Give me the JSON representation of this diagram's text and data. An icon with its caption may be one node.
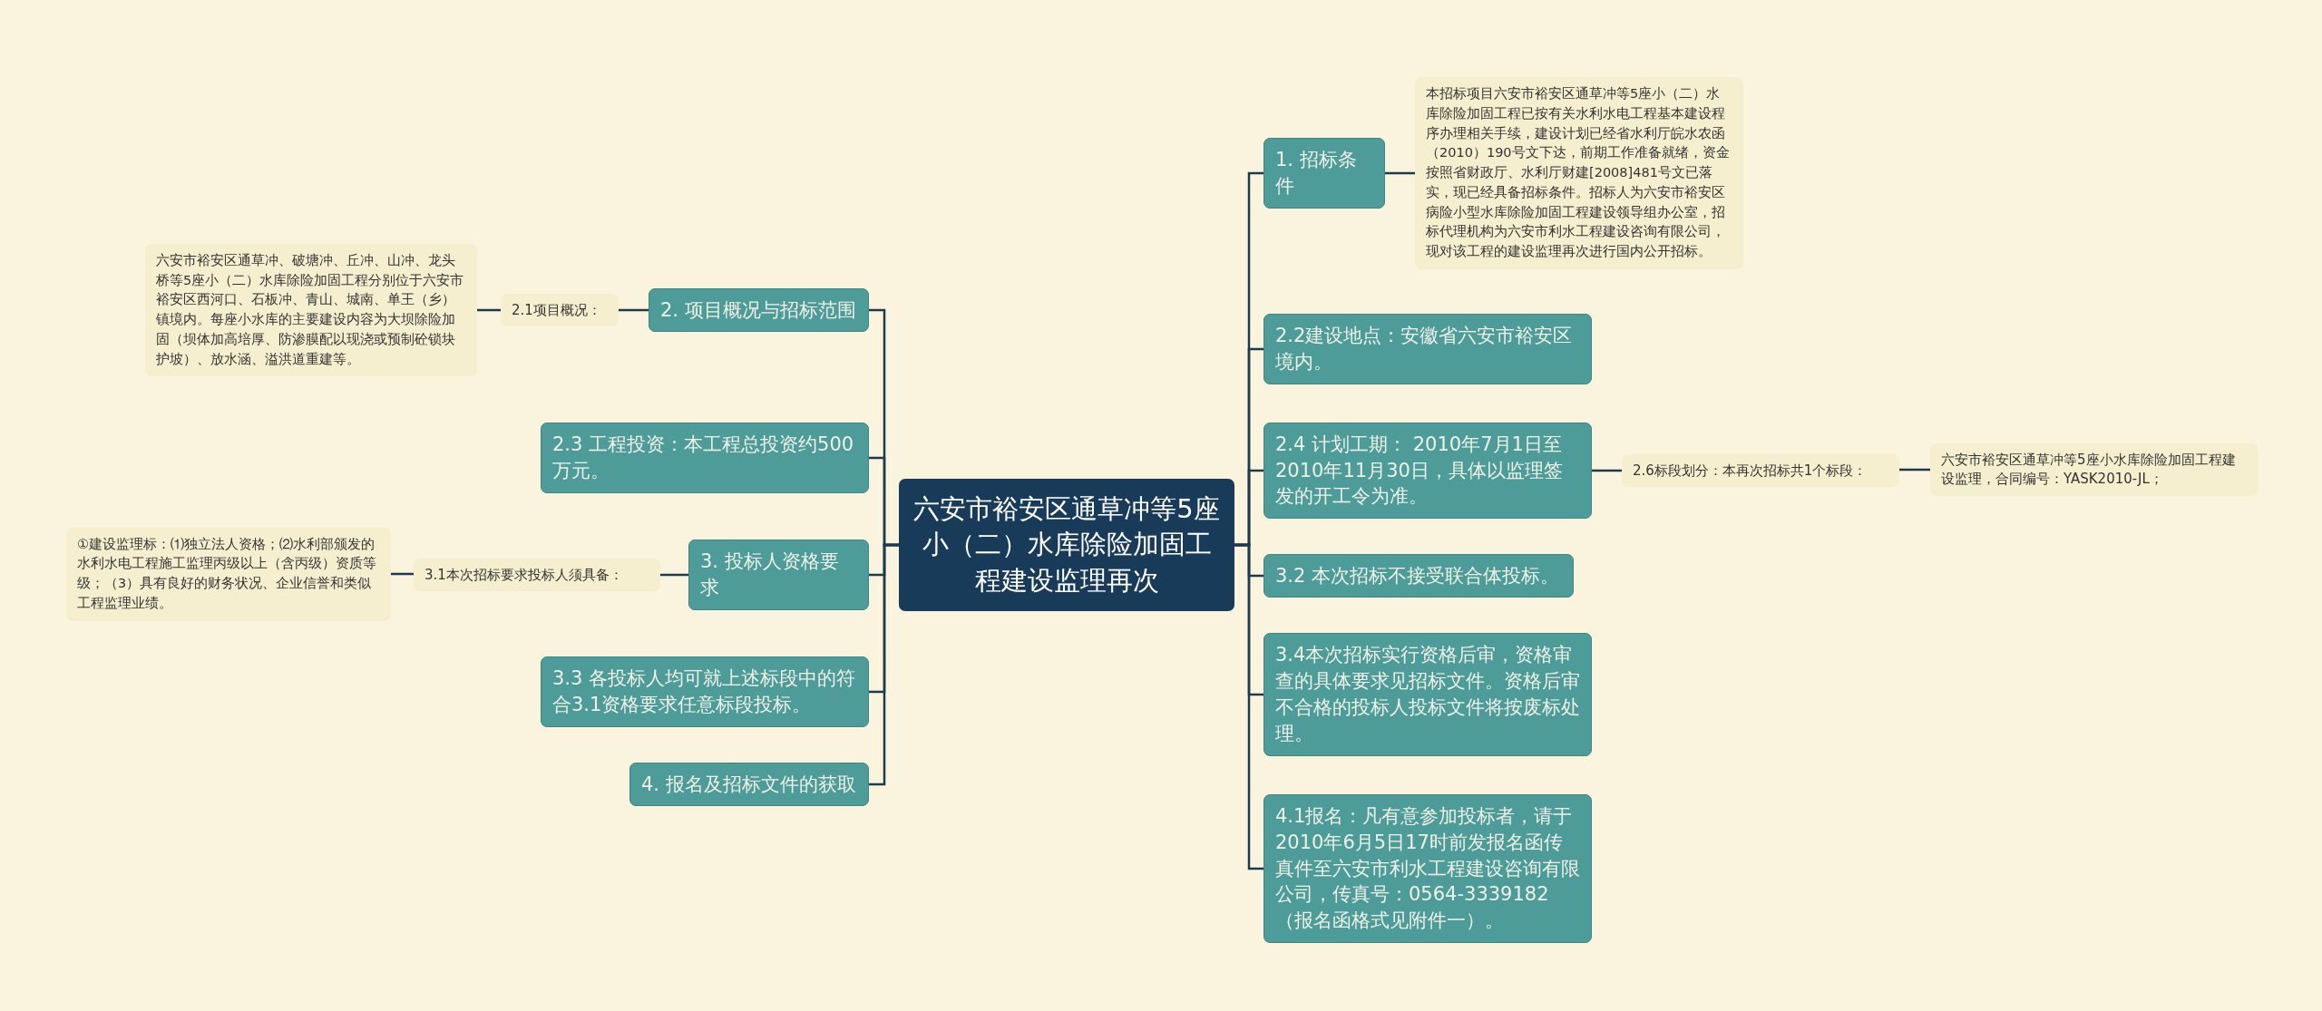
{
  "diagram": {
    "nodes": [
      {
        "text": [
          "六安市裕安区通草冲等5座小（二）水库除险加固工程建设监理再次"
        ]
      },
      {
        "text": [
          "1. 招标条件"
        ]
      },
      {
        "text": [
          "本招标项目六安市裕安区通草冲等5座小（二）水库除险加固工程已按有关水利水电工程基本建设程序办理相关手续，建设计划已经省水利厅皖水农函（2010）190号文下达，前期工作准备就绪，资金按照省财政厅、水利厅财建[2008]481号文已落实，现已经具备招标条件。招标人为六安市裕安区病险小型水库除险加固工程建设领导组办公室，招标代理机构为六安市利水工程建设咨询有限公司，现对该工程的建设监理再次进行国内公开招标。"
        ]
      },
      {
        "text": [
          "2.2建设地点：安徽省六安市裕安区境内。"
        ]
      },
      {
        "text": [
          "2.4 计划工期： 2010年7月1日至2010年11月30日，具体以监理签发的开工令为准。"
        ]
      },
      {
        "text": [
          "2.6标段划分：本再次招标共1个标段："
        ]
      },
      {
        "text": [
          "六安市裕安区通草冲等5座小水库除险加固工程建设监理，合同编号：YASK2010-JL；"
        ]
      },
      {
        "text": [
          "3.2 本次招标不接受联合体投标。"
        ]
      },
      {
        "text": [
          "3.4本次招标实行资格后审，资格审查的具体要求见招标文件。资格后审不合格的投标人投标文件将按废标处理。"
        ]
      },
      {
        "text": [
          "4.1报名：凡有意参加投标者，请于2010年6月5日17时前发报名函传真件至六安市利水工程建设咨询有限公司，传真号：0564-3339182（报名函格式见附件一）。"
        ]
      },
      {
        "text": [
          "2. 项目概况与招标范围"
        ]
      },
      {
        "text": [
          "2.1项目概况："
        ]
      },
      {
        "text": [
          "六安市裕安区通草冲、破塘冲、丘冲、山冲、龙头桥等5座小（二）水库除险加固工程分别位于六安市裕安区西河口、石板冲、青山、城南、单王（乡）镇境内。每座小水库的主要建设内容为大坝除险加固（坝体加高培厚、防渗膜配以现浇或预制砼锁块护坡）、放水涵、溢洪道重建等。"
        ]
      },
      {
        "text": [
          "2.3 工程投资：本工程总投资约500万元。"
        ]
      },
      {
        "text": [
          "3. 投标人资格要求"
        ]
      },
      {
        "text": [
          "3.1本次招标要求投标人须具备："
        ]
      },
      {
        "text": [
          "①建设监理标：⑴独立法人资格；⑵水利部颁发的水利水电工程施工监理丙级以上（含丙级）资质等级；（3）具有良好的财务状况、企业信誉和类似工程监理业绩。"
        ]
      },
      {
        "text": [
          "3.3 各投标人均可就上述标段中的符合3.1资格要求任意标段投标。"
        ]
      },
      {
        "text": [
          "4. 报名及招标文件的获取"
        ]
      }
    ],
    "edges": [
      {
        "from": 0,
        "to": 1,
        "arrow": "none"
      },
      {
        "from": 1,
        "to": 2,
        "arrow": "none"
      },
      {
        "from": 0,
        "to": 3,
        "arrow": "none"
      },
      {
        "from": 0,
        "to": 4,
        "arrow": "none"
      },
      {
        "from": 4,
        "to": 5,
        "arrow": "none"
      },
      {
        "from": 5,
        "to": 6,
        "arrow": "none"
      },
      {
        "from": 0,
        "to": 7,
        "arrow": "none"
      },
      {
        "from": 0,
        "to": 8,
        "arrow": "none"
      },
      {
        "from": 0,
        "to": 9,
        "arrow": "none"
      },
      {
        "from": 0,
        "to": 10,
        "arrow": "none"
      },
      {
        "from": 10,
        "to": 11,
        "arrow": "none"
      },
      {
        "from": 11,
        "to": 12,
        "arrow": "none"
      },
      {
        "from": 0,
        "to": 13,
        "arrow": "none"
      },
      {
        "from": 0,
        "to": 14,
        "arrow": "none"
      },
      {
        "from": 14,
        "to": 15,
        "arrow": "none"
      },
      {
        "from": 15,
        "to": 16,
        "arrow": "none"
      },
      {
        "from": 0,
        "to": 17,
        "arrow": "none"
      },
      {
        "from": 0,
        "to": 18,
        "arrow": "none"
      }
    ]
  }
}
